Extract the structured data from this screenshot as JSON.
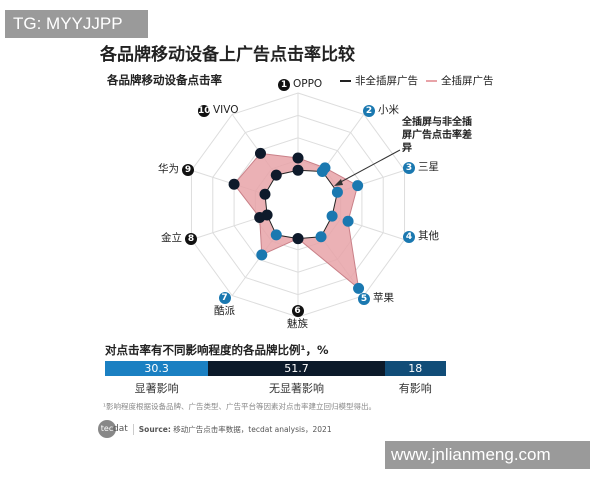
{
  "watermarks": {
    "top_left": "TG: MYYJJPP",
    "bottom_right": "www.jnlianmeng.com"
  },
  "title": "各品牌移动设备上广告点击率比较",
  "chart_data": [
    {
      "type": "radar",
      "title": "各品牌移动设备点击率",
      "categories": [
        {
          "num": "1",
          "label": "OPPO",
          "color": "#111111"
        },
        {
          "num": "2",
          "label": "小米",
          "color": "#1a78b0"
        },
        {
          "num": "3",
          "label": "三星",
          "color": "#1a78b0"
        },
        {
          "num": "4",
          "label": "其他",
          "color": "#1a78b0"
        },
        {
          "num": "5",
          "label": "苹果",
          "color": "#1a78b0"
        },
        {
          "num": "6",
          "label": "魅族",
          "color": "#111111"
        },
        {
          "num": "7",
          "label": "酷派",
          "color": "#1a78b0"
        },
        {
          "num": "8",
          "label": "金立",
          "color": "#111111"
        },
        {
          "num": "9",
          "label": "华为",
          "color": "#111111"
        },
        {
          "num": "10",
          "label": "VIVO",
          "color": "#111111"
        }
      ],
      "series": [
        {
          "name": "非全插屏广告",
          "color": "#222222",
          "values": [
            3.1,
            3.7,
            3.7,
            3.2,
            3.5,
            3.0,
            3.3,
            2.9,
            3.1,
            3.3
          ]
        },
        {
          "name": "全插屏广告",
          "color": "#e8a3a8",
          "values": [
            4.2,
            4.1,
            5.6,
            4.7,
            9.2,
            3.0,
            5.5,
            3.6,
            6.0,
            5.7
          ]
        }
      ],
      "point_colors": {
        "dark": "#0e1a2b",
        "blue": "#1a78b0"
      },
      "rlim": [
        0,
        10
      ],
      "grid": true,
      "legend": "top-right",
      "annotation": "全插屏与非全插屏广告点击率差异"
    },
    {
      "type": "stacked-bar",
      "title": "对点击率有不同影响程度的各品牌比例¹，%",
      "segments": [
        {
          "value": 30.3,
          "label": "显著影响",
          "color": "#1b80c2"
        },
        {
          "value": 51.7,
          "label": "无显著影响",
          "color": "#0c1a2a"
        },
        {
          "value": 18,
          "label": "有影响",
          "color": "#114d78"
        }
      ]
    }
  ],
  "footnote": "¹影响程度根据设备品牌、广告类型、广告平台等因素对点击率建立回归模型得出。",
  "source": {
    "logo": "tecdat",
    "label": "Source:",
    "text": "移动广告点击率数据，tecdat analysis，2021"
  }
}
